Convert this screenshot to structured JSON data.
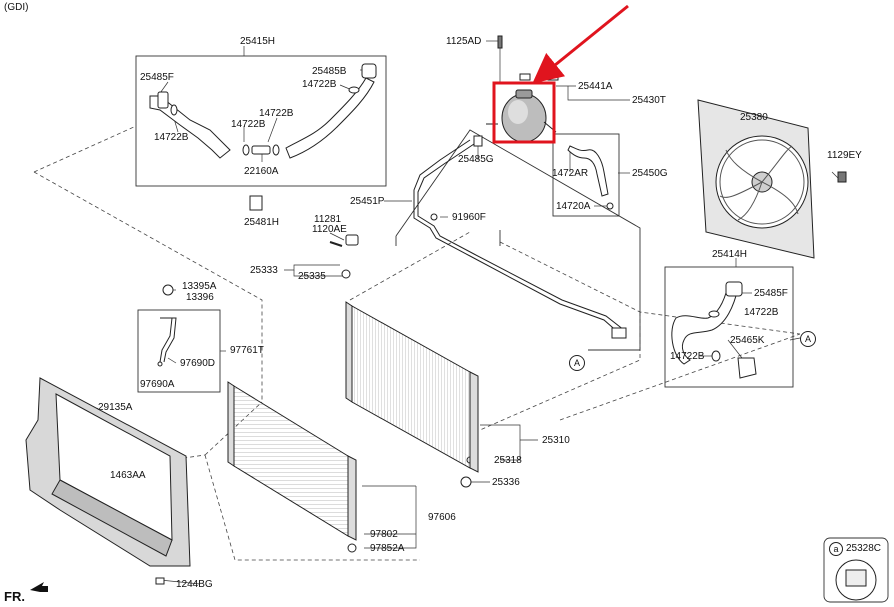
{
  "header": {
    "engine_label": "(GDI)"
  },
  "footer": {
    "direction_label": "FR."
  },
  "callout": {
    "color": "#e0141e"
  },
  "detail_ref": {
    "symbol": "a",
    "part": "25328C"
  },
  "ref_marker": "A",
  "parts": {
    "p25415H": "25415H",
    "p25485F_top": "25485F",
    "p25485B": "25485B",
    "p14722B_a": "14722B",
    "p14722B_b": "14722B",
    "p14722B_c": "14722B",
    "p14722B_d": "14722B",
    "p22160A": "22160A",
    "p25481H": "25481H",
    "p1125AD": "1125AD",
    "p25441A": "25441A",
    "p25430T": "25430T",
    "p25485G": "25485G",
    "p1472AR": "1472AR",
    "p25450G": "25450G",
    "p14720A": "14720A",
    "p25451P": "25451P",
    "p91960F": "91960F",
    "p11281": "11281",
    "p1120AE": "1120AE",
    "p25333": "25333",
    "p25335": "25335",
    "p13395A": "13395A",
    "p13396": "13396",
    "p97761T": "97761T",
    "p97690D": "97690D",
    "p97690A": "97690A",
    "p29135A": "29135A",
    "p1463AA": "1463AA",
    "p1244BG": "1244BG",
    "p25380": "25380",
    "p1129EY": "1129EY",
    "p25414H": "25414H",
    "p25485F_right": "25485F",
    "p14722B_e": "14722B",
    "p14722B_f": "14722B",
    "p25465K": "25465K",
    "p25310": "25310",
    "p25318": "25318",
    "p25336": "25336",
    "p97606": "97606",
    "p97802": "97802",
    "p97852A": "97852A"
  }
}
